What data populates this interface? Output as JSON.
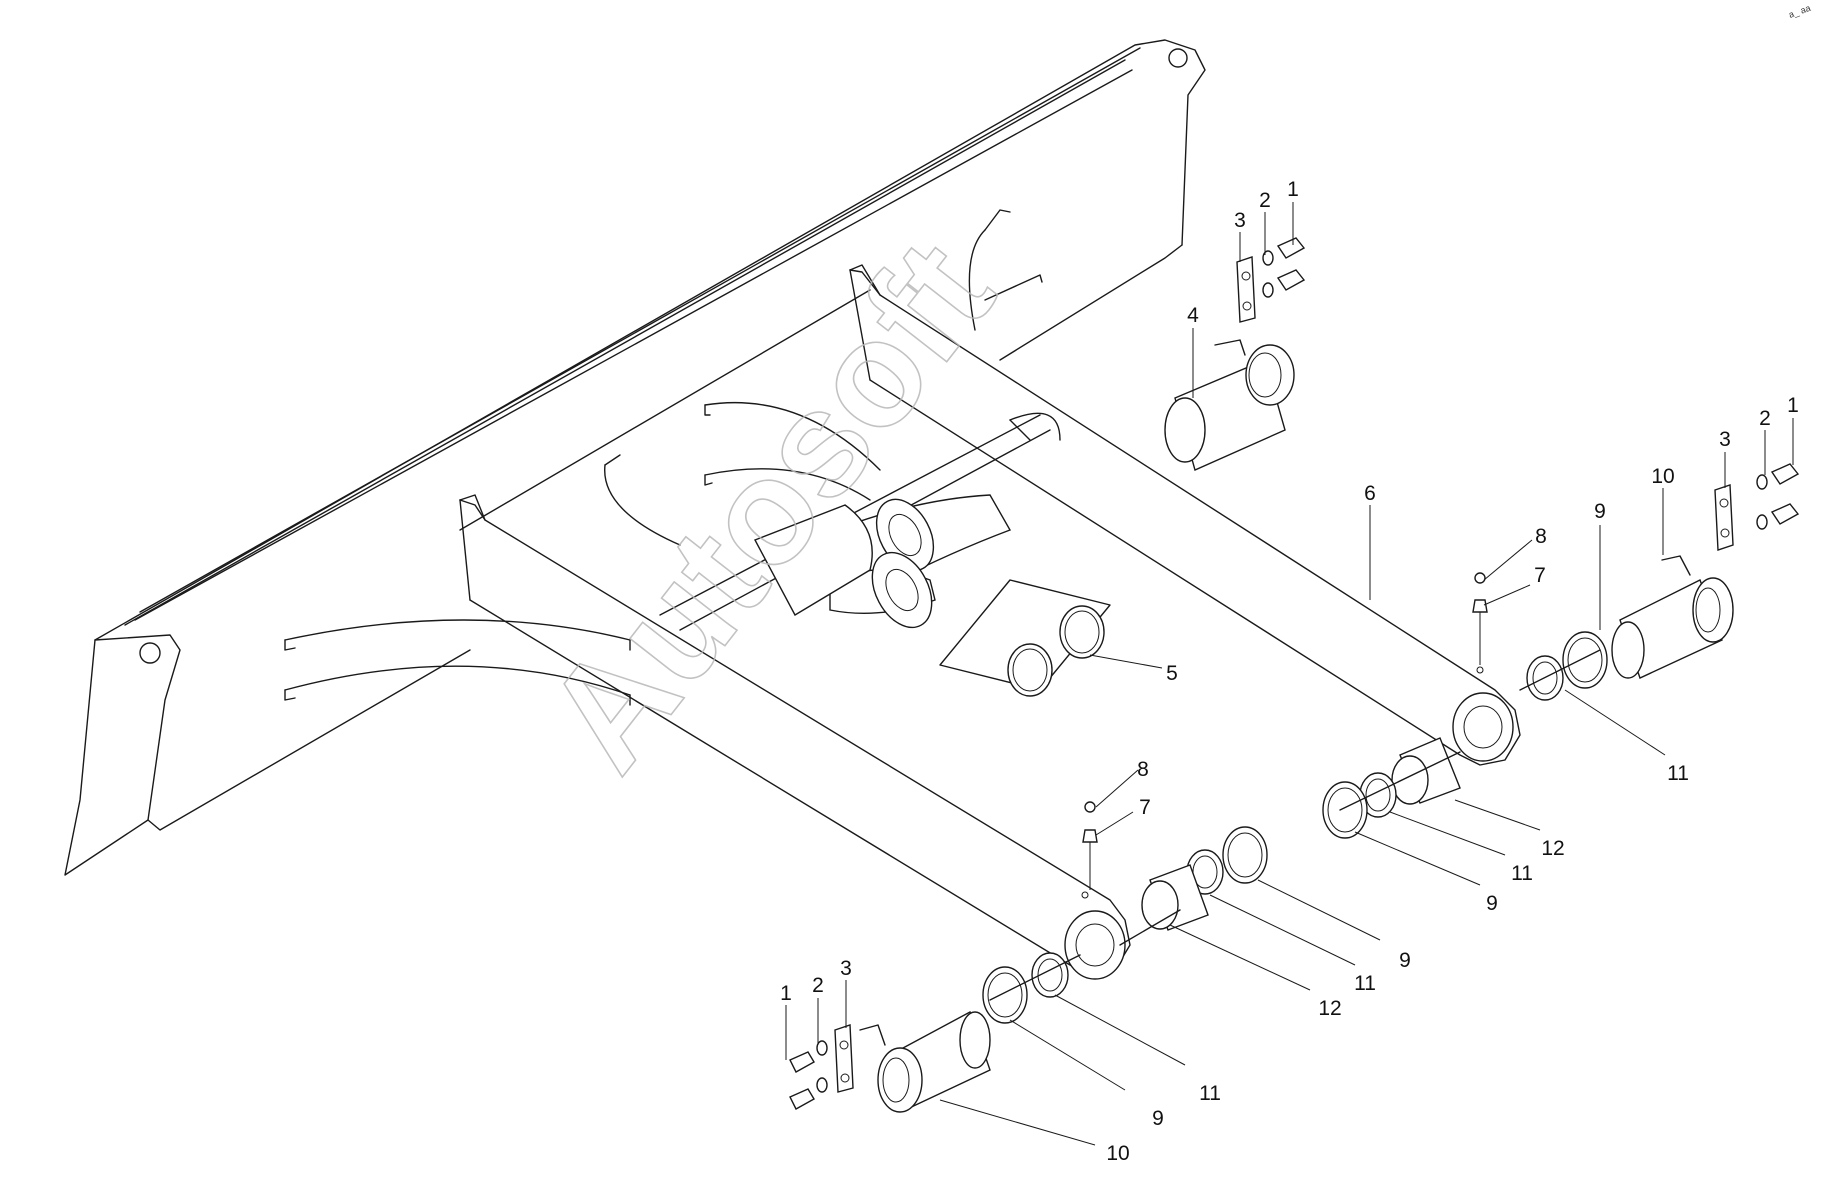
{
  "watermark": "Autosoft",
  "corner_mark": "a_ aa",
  "callouts": [
    {
      "id": "c-1-top",
      "text": "1"
    },
    {
      "id": "c-2-top",
      "text": "2"
    },
    {
      "id": "c-3-top",
      "text": "3"
    },
    {
      "id": "c-4",
      "text": "4"
    },
    {
      "id": "c-5",
      "text": "5"
    },
    {
      "id": "c-6",
      "text": "6"
    },
    {
      "id": "c-8-r",
      "text": "8"
    },
    {
      "id": "c-7-r",
      "text": "7"
    },
    {
      "id": "c-1-r",
      "text": "1"
    },
    {
      "id": "c-2-r",
      "text": "2"
    },
    {
      "id": "c-3-r",
      "text": "3"
    },
    {
      "id": "c-10-r",
      "text": "10"
    },
    {
      "id": "c-9-r",
      "text": "9"
    },
    {
      "id": "c-11-r",
      "text": "11"
    },
    {
      "id": "c-12-r",
      "text": "12"
    },
    {
      "id": "c-11-rl",
      "text": "11"
    },
    {
      "id": "c-9-rl",
      "text": "9"
    },
    {
      "id": "c-8-l",
      "text": "8"
    },
    {
      "id": "c-7-l",
      "text": "7"
    },
    {
      "id": "c-9-lr",
      "text": "9"
    },
    {
      "id": "c-11-lr",
      "text": "11"
    },
    {
      "id": "c-12-l",
      "text": "12"
    },
    {
      "id": "c-1-l",
      "text": "1"
    },
    {
      "id": "c-2-l",
      "text": "2"
    },
    {
      "id": "c-3-l",
      "text": "3"
    },
    {
      "id": "c-11-l",
      "text": "11"
    },
    {
      "id": "c-9-l",
      "text": "9"
    },
    {
      "id": "c-10-l",
      "text": "10"
    }
  ]
}
